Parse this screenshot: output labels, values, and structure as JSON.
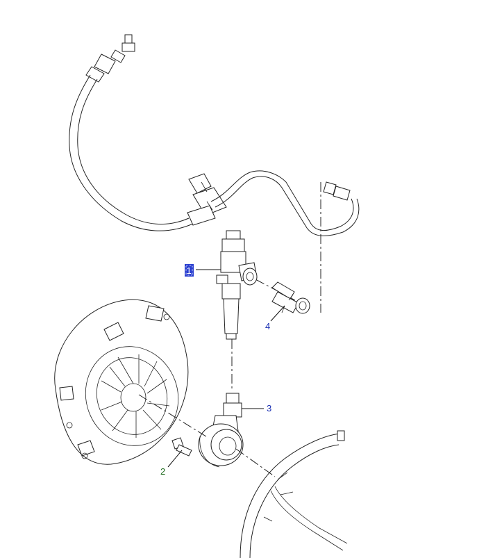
{
  "callouts": [
    {
      "id": "1",
      "label": "1",
      "color": "#ffffff",
      "selected": true
    },
    {
      "id": "2",
      "label": "2",
      "color": "#1f6b1f"
    },
    {
      "id": "3",
      "label": "3",
      "color": "#1a2fb3"
    },
    {
      "id": "4",
      "label": "4",
      "color": "#1a2fb3"
    }
  ],
  "colors": {
    "selection": "#2a3fd0",
    "line": "#222222",
    "callout_blue": "#1a2fb3",
    "callout_green": "#1f6b1f"
  }
}
